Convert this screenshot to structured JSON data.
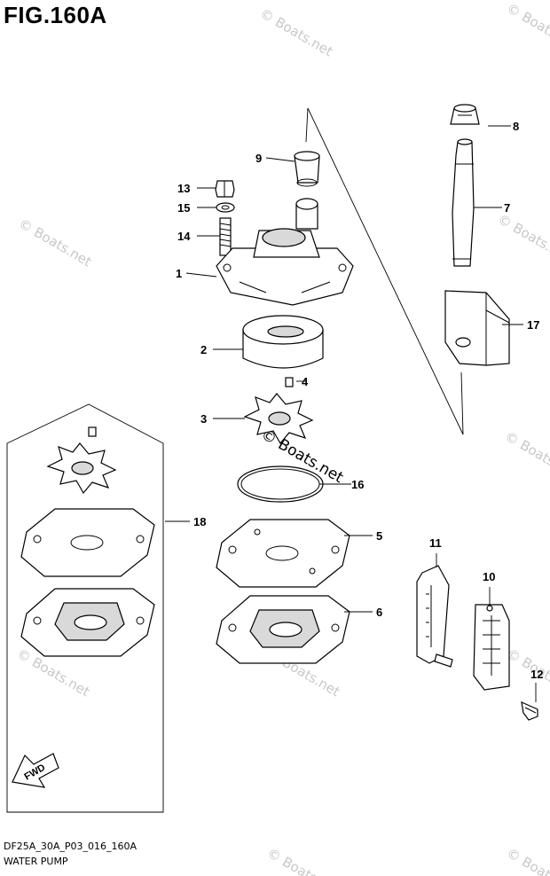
{
  "figure": {
    "title": "FIG.160A",
    "footer_code": "DF25A_30A_P03_016_160A",
    "footer_name": "WATER PUMP",
    "direction_label": "FWD"
  },
  "watermark": {
    "text": "© Boats.net"
  },
  "callouts": [
    {
      "id": "c1",
      "label": "1"
    },
    {
      "id": "c2",
      "label": "2"
    },
    {
      "id": "c3",
      "label": "3"
    },
    {
      "id": "c4",
      "label": "4"
    },
    {
      "id": "c5",
      "label": "5"
    },
    {
      "id": "c6",
      "label": "6"
    },
    {
      "id": "c7",
      "label": "7"
    },
    {
      "id": "c8",
      "label": "8"
    },
    {
      "id": "c9",
      "label": "9"
    },
    {
      "id": "c10",
      "label": "10"
    },
    {
      "id": "c11",
      "label": "11"
    },
    {
      "id": "c12",
      "label": "12"
    },
    {
      "id": "c13",
      "label": "13"
    },
    {
      "id": "c14",
      "label": "14"
    },
    {
      "id": "c15",
      "label": "15"
    },
    {
      "id": "c16",
      "label": "16"
    },
    {
      "id": "c17",
      "label": "17"
    },
    {
      "id": "c18",
      "label": "18"
    }
  ]
}
